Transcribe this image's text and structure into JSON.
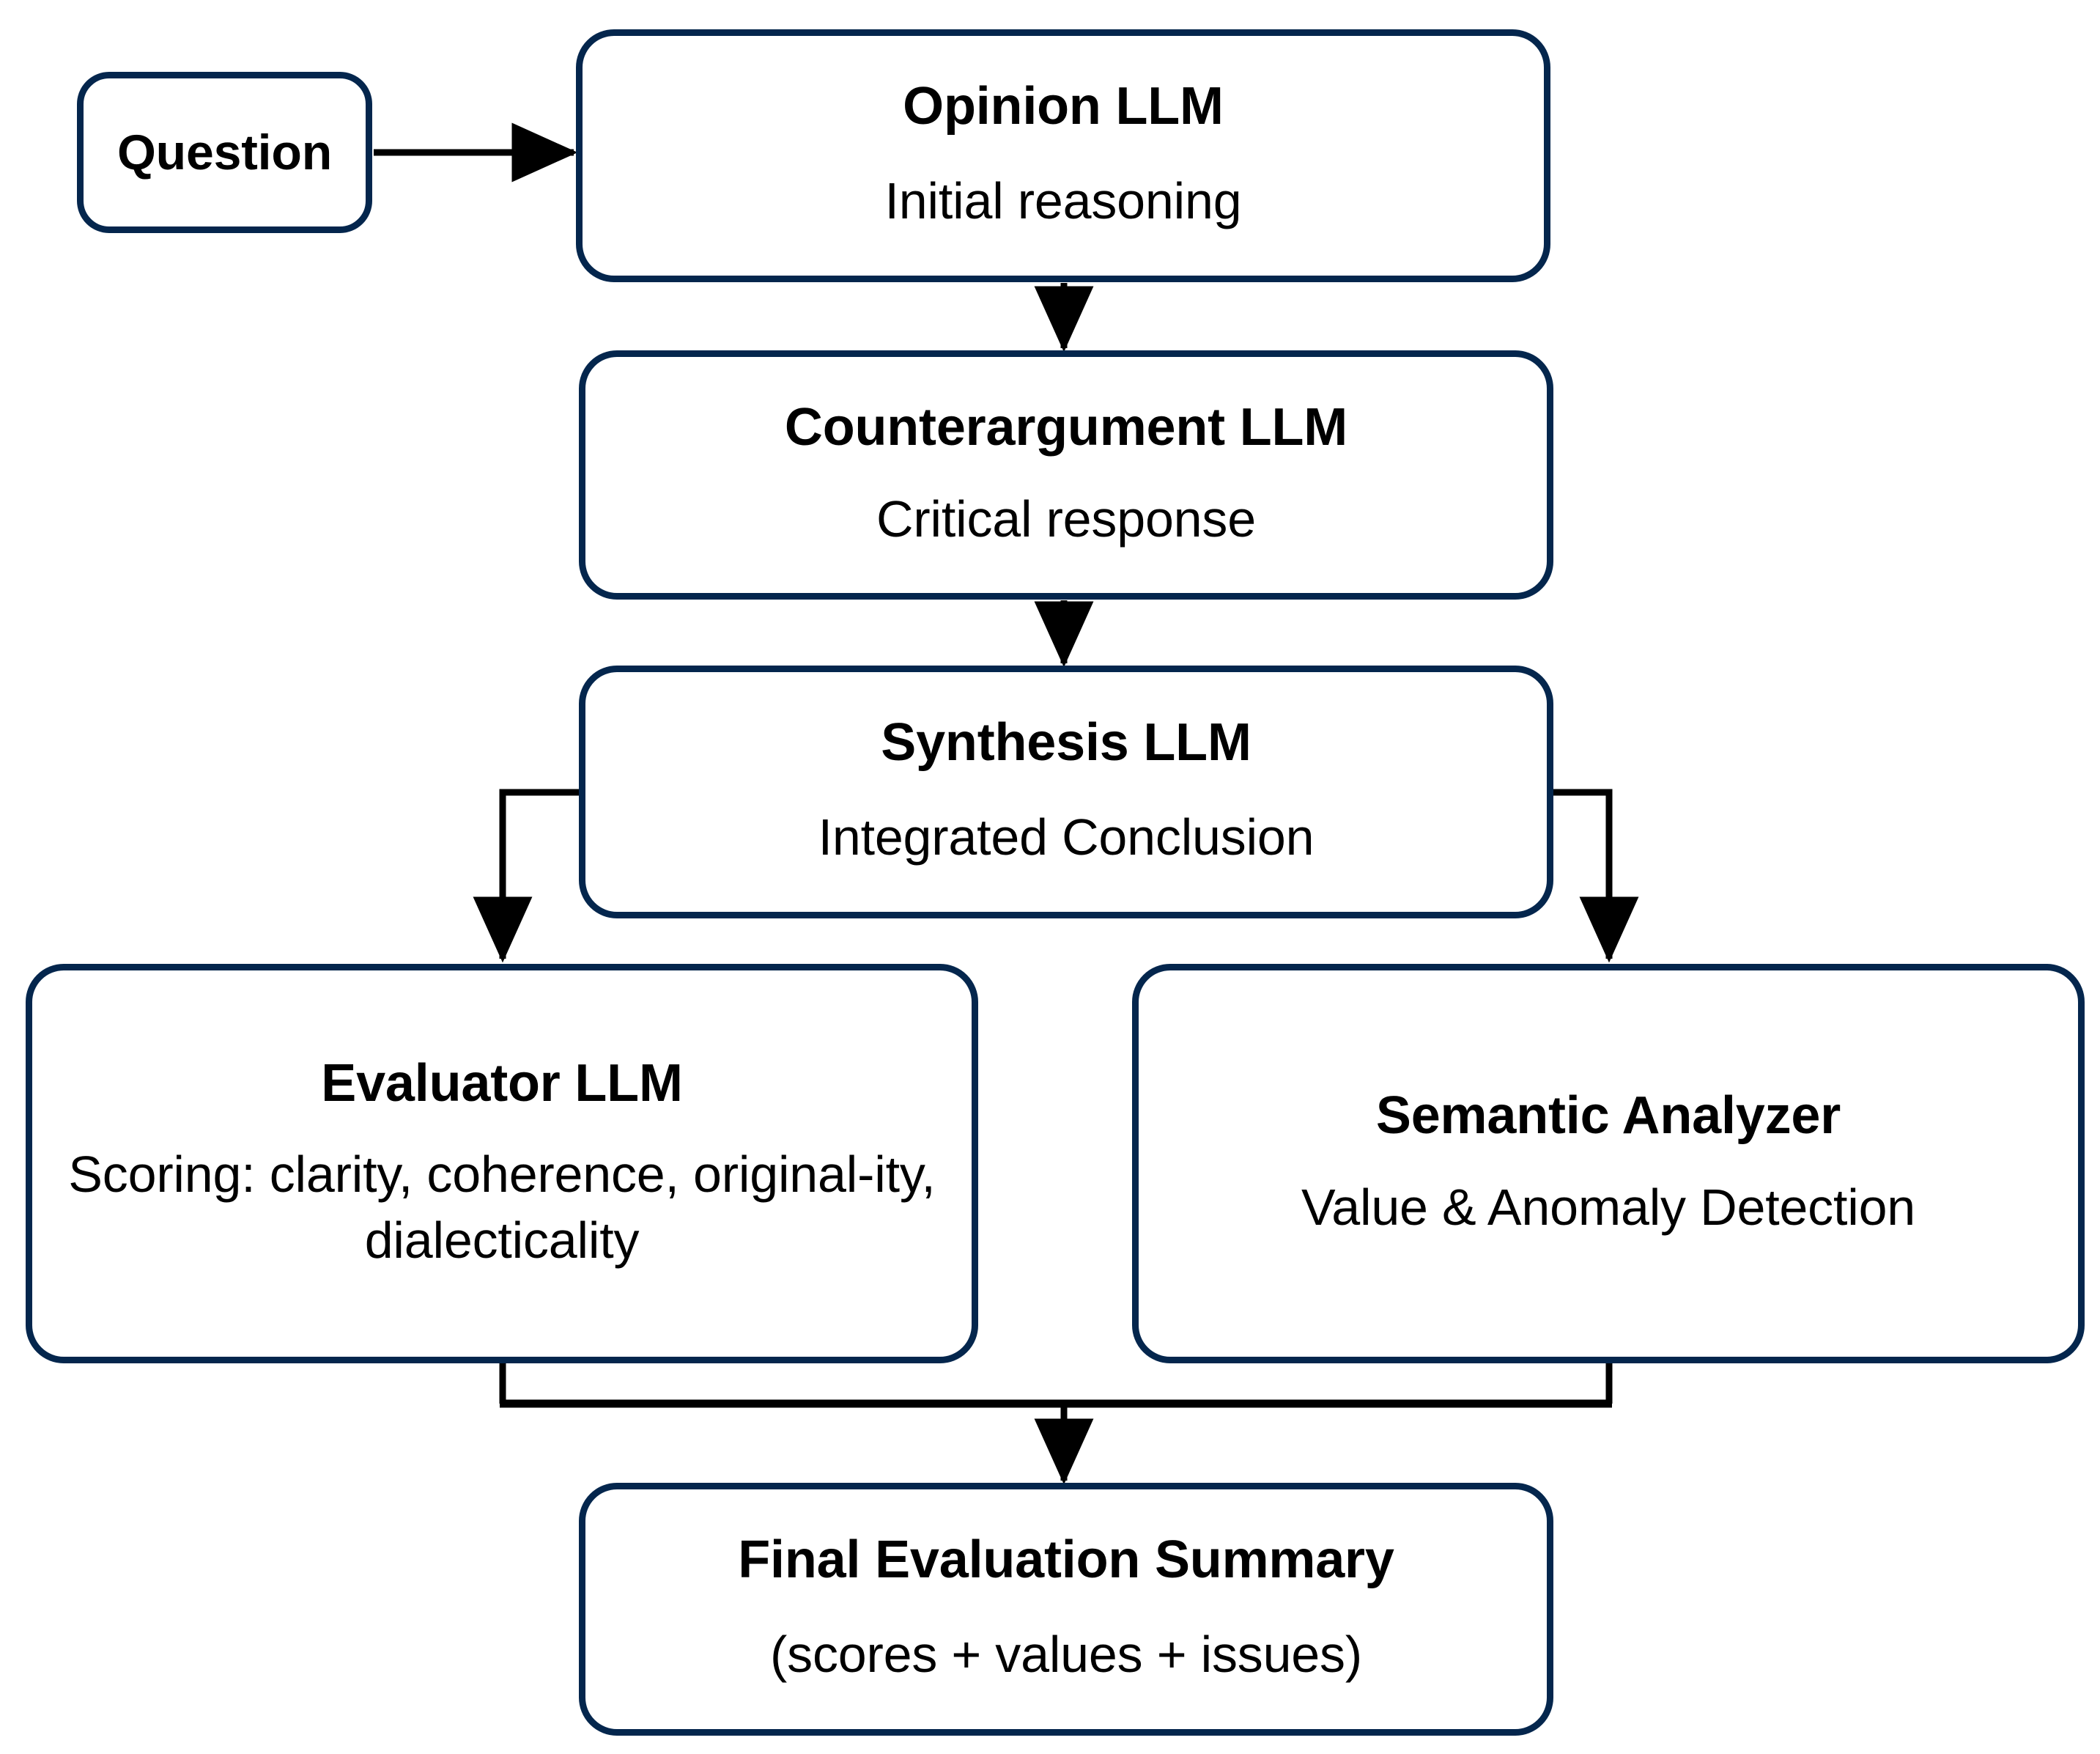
{
  "diagram": {
    "type": "flowchart",
    "orientation": "top-to-bottom",
    "colors": {
      "node_border": "#04264d",
      "node_fill": "#ffffff",
      "connector": "#000000",
      "text": "#000000",
      "background": "#ffffff"
    },
    "nodes": [
      {
        "id": "question",
        "title": "Question",
        "subtitle": ""
      },
      {
        "id": "opinion",
        "title": "Opinion LLM",
        "subtitle": "Initial reasoning"
      },
      {
        "id": "counterargument",
        "title": "Counterargument LLM",
        "subtitle": "Critical response"
      },
      {
        "id": "synthesis",
        "title": "Synthesis LLM",
        "subtitle": "Integrated Conclusion"
      },
      {
        "id": "evaluator",
        "title": "Evaluator LLM",
        "subtitle": "Scoring: clarity, coherence, original-ity, dialecticality"
      },
      {
        "id": "semantic",
        "title": "Semantic Analyzer",
        "subtitle": "Value & Anomaly Detection"
      },
      {
        "id": "final",
        "title": "Final Evaluation Summary",
        "subtitle": "(scores + values + issues)"
      }
    ],
    "edges": [
      {
        "from": "question",
        "to": "opinion",
        "style": "straight-horizontal-arrow"
      },
      {
        "from": "opinion",
        "to": "counterargument",
        "style": "straight-vertical-arrow"
      },
      {
        "from": "counterargument",
        "to": "synthesis",
        "style": "straight-vertical-arrow"
      },
      {
        "from": "synthesis",
        "to": "evaluator",
        "style": "elbow-left-down-arrow"
      },
      {
        "from": "synthesis",
        "to": "semantic",
        "style": "elbow-right-down-arrow"
      },
      {
        "from": "evaluator",
        "to": "final",
        "style": "merge-down-arrow"
      },
      {
        "from": "semantic",
        "to": "final",
        "style": "merge-down-arrow"
      }
    ]
  }
}
